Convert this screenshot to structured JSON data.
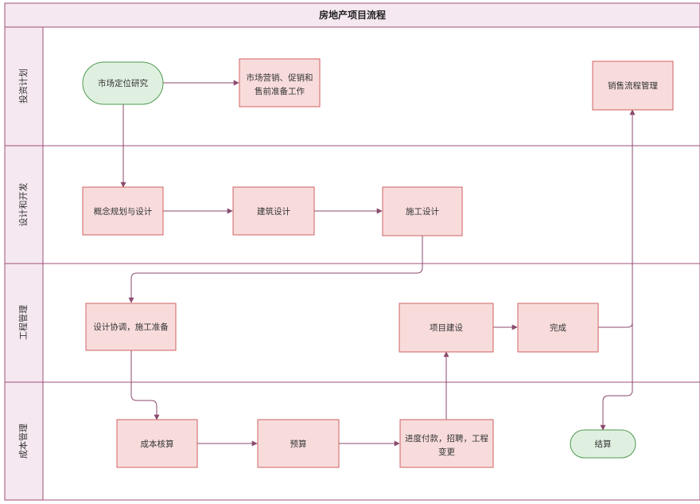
{
  "title": "房地产项目流程",
  "colors": {
    "frame": "#a0507a",
    "title_bg": "#f5e8f0",
    "lane_bg": "#f5e8f0",
    "process_fill": "#f8dcdc",
    "process_stroke": "#d06060",
    "terminal_fill": "#e0f0e0",
    "terminal_stroke": "#4f9a50",
    "edge": "#8a4a6e"
  },
  "lanes": [
    {
      "id": "lane-investment-planning",
      "label": "投资计划"
    },
    {
      "id": "lane-design-development",
      "label": "设计和开发"
    },
    {
      "id": "lane-engineering-management",
      "label": "工程管理"
    },
    {
      "id": "lane-cost-management",
      "label": "成本管理"
    }
  ],
  "nodes": {
    "market": {
      "label": "市场定位研究"
    },
    "marketing": {
      "lines": [
        "市场营销、促销和",
        "售前准备工作"
      ]
    },
    "sales": {
      "label": "销售流程管理"
    },
    "concept": {
      "label": "概念规划与设计"
    },
    "arch": {
      "label": "建筑设计"
    },
    "construction_design": {
      "label": "施工设计"
    },
    "coord": {
      "label": "设计协调，施工准备"
    },
    "build": {
      "label": "项目建设"
    },
    "complete": {
      "label": "完成"
    },
    "cost": {
      "label": "成本核算"
    },
    "budget": {
      "label": "预算"
    },
    "progress": {
      "lines": [
        "进度付款，招聘，工程",
        "变更"
      ]
    },
    "settle": {
      "label": "结算"
    }
  }
}
